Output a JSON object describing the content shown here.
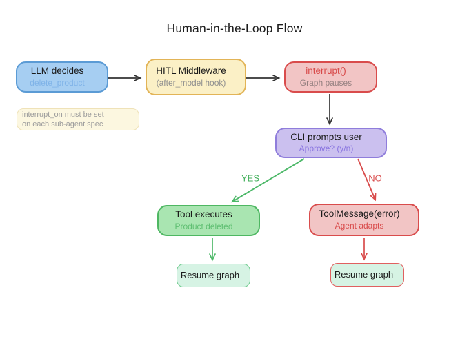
{
  "diagram": {
    "title": "Human-in-the-Loop Flow",
    "nodes": {
      "llm": {
        "title": "LLM decides",
        "subtitle": "delete_product"
      },
      "hitl": {
        "title": "HITL Middleware",
        "subtitle": "(after_model hook)"
      },
      "interrupt": {
        "title": "interrupt()",
        "subtitle": "Graph pauses"
      },
      "cli": {
        "title": "CLI prompts user",
        "subtitle": "Approve? (y/n)"
      },
      "tool": {
        "title": "Tool executes",
        "subtitle": "Product deleted"
      },
      "toolmsg": {
        "title": "ToolMessage(error)",
        "subtitle": "Agent adapts"
      },
      "resume_left": {
        "title": "Resume graph"
      },
      "resume_right": {
        "title": "Resume graph"
      }
    },
    "note": {
      "line1": "interrupt_on must be set",
      "line2": "on each sub-agent spec"
    },
    "edges": {
      "yes_label": "YES",
      "no_label": "NO"
    },
    "colors": {
      "blue_fill": "#A6CEF2",
      "blue_border": "#5B9BD5",
      "blue_subtext": "#7FB3E8",
      "yellow_fill": "#FBF0C6",
      "yellow_border": "#E2B457",
      "red_fill": "#F2C5C5",
      "red_border": "#D94C4C",
      "purple_fill": "#CBC0EF",
      "purple_border": "#8F7DDB",
      "purple_subtext": "#8A75E0",
      "green_fill": "#A9E5B1",
      "green_border": "#4EB762",
      "green_subtext": "#5FBF72",
      "mint_fill": "#D6F3E4",
      "mint_border_green": "#6FCA8E",
      "mint_border_red": "#E06060",
      "note_fill": "#FCF7E0",
      "note_border": "#EFE2B8",
      "arrow_black": "#333333",
      "arrow_green": "#4CB868",
      "arrow_red": "#D94C4C"
    }
  }
}
